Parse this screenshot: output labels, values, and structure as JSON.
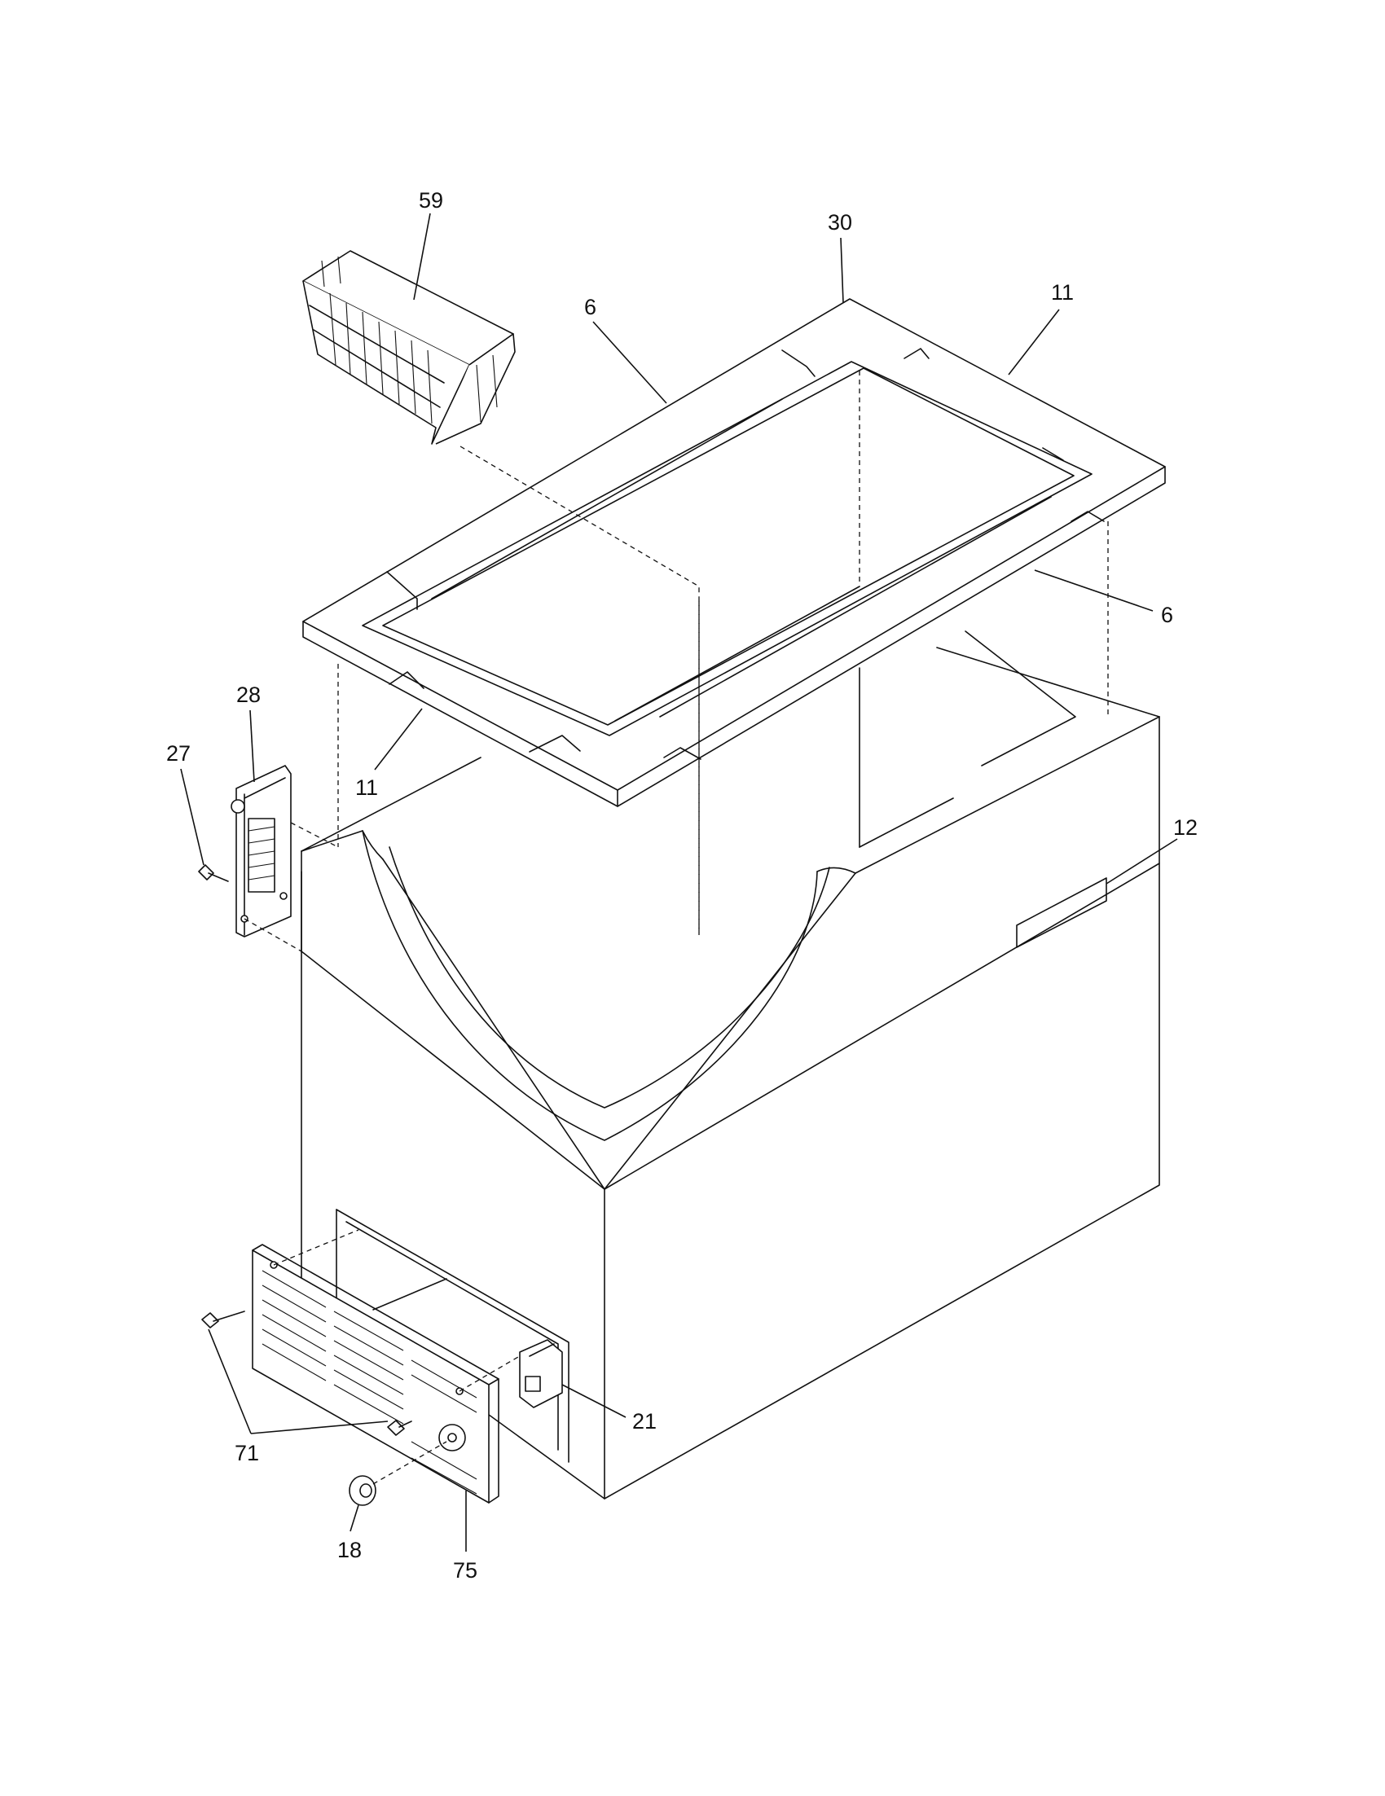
{
  "callouts": [
    {
      "id": "59",
      "text": "59"
    },
    {
      "id": "30",
      "text": "30"
    },
    {
      "id": "11-top",
      "text": "11"
    },
    {
      "id": "6-top",
      "text": "6"
    },
    {
      "id": "6-right",
      "text": "6"
    },
    {
      "id": "28",
      "text": "28"
    },
    {
      "id": "27",
      "text": "27"
    },
    {
      "id": "11-bottom",
      "text": "11"
    },
    {
      "id": "12",
      "text": "12"
    },
    {
      "id": "21",
      "text": "21"
    },
    {
      "id": "71",
      "text": "71"
    },
    {
      "id": "18",
      "text": "18"
    },
    {
      "id": "75",
      "text": "75"
    }
  ]
}
